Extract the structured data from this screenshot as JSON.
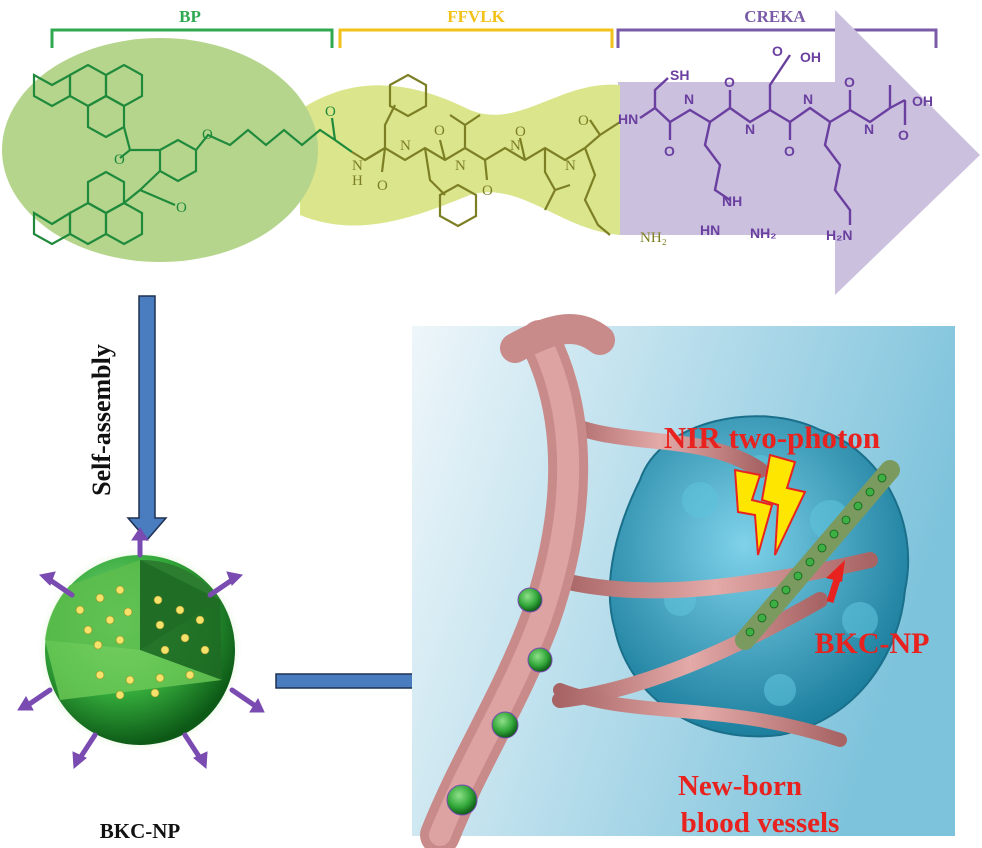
{
  "segments": {
    "bp": {
      "label": "BP",
      "color": "#2fa84f"
    },
    "ffvlk": {
      "label": "FFVLK",
      "color": "#f2c21b"
    },
    "creka": {
      "label": "CREKA",
      "color": "#7a5ba8"
    }
  },
  "atoms": {
    "O": "O",
    "N": "N",
    "H": "H",
    "SH": "SH",
    "OH": "OH",
    "HN": "HN",
    "NH": "NH",
    "NH2": "NH₂",
    "H2N": "H₂N"
  },
  "process": {
    "self_assembly": "Self-assembly",
    "nanoparticle_label": "BKC-NP"
  },
  "panel": {
    "excitation": "NIR two-photon",
    "nanoparticle_label": "BKC-NP",
    "vessels_line1": "New-born",
    "vessels_line2": "blood vessels",
    "text_color": "#e8231f"
  },
  "colors": {
    "arrow": "#4a7cc0",
    "vessel": "#c98a8a",
    "tumor": "#3aa6c4",
    "nanoparticle": "#3cb043"
  }
}
